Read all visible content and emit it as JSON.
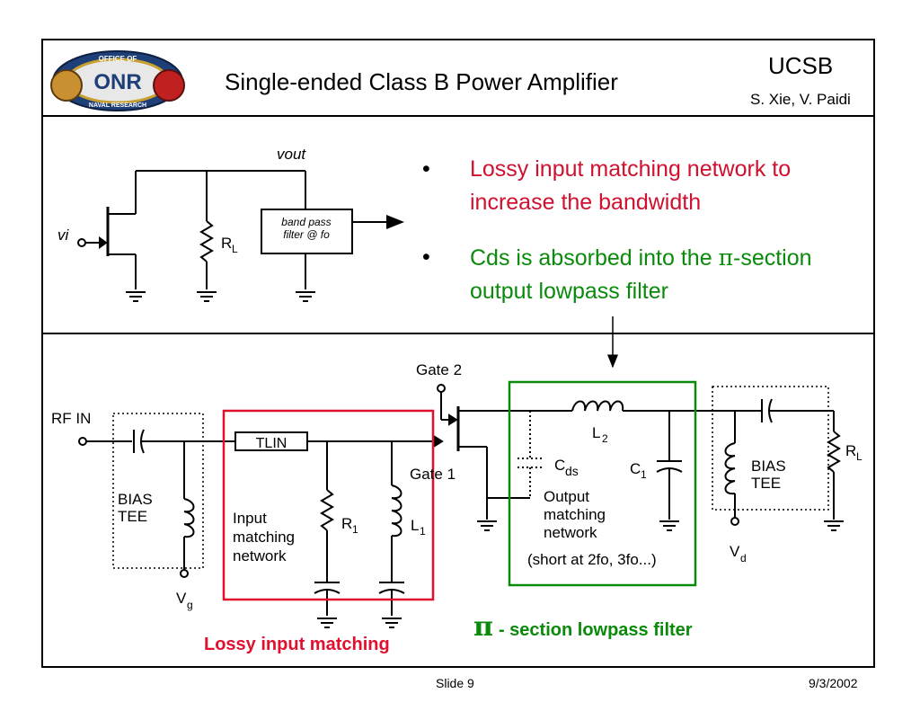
{
  "header": {
    "title": "Single-ended Class B Power Amplifier",
    "org": "UCSB",
    "authors": "S. Xie, V. Paidi",
    "logo": {
      "top_text": "OFFICE OF",
      "mid_text": "ONR",
      "bottom_text": "NAVAL RESEARCH"
    }
  },
  "bullets": [
    {
      "text": "Lossy input matching network to increase the bandwidth",
      "color": "#d0102e"
    },
    {
      "text_before": "Cds is absorbed into the ",
      "pi": "π",
      "text_after": "-section output lowpass filter",
      "color": "#0a8a0a"
    }
  ],
  "circuit_top": {
    "vout": "vout",
    "vi": "vi",
    "rl": "R",
    "rl_sub": "L",
    "filter_line1": "band pass",
    "filter_line2": "filter @ fo"
  },
  "circuit_bottom": {
    "rf_in": "RF IN",
    "gate2": "Gate 2",
    "gate1": "Gate 1",
    "tlin": "TLIN",
    "bias_tee": [
      "BIAS",
      "TEE"
    ],
    "input_net": [
      "Input",
      "matching",
      "network"
    ],
    "r1": "R",
    "r1_sub": "1",
    "l1": "L",
    "l1_sub": "1",
    "vg": "V",
    "vg_sub": "g",
    "cds": "C",
    "cds_sub": "ds",
    "l2": "L",
    "l2_sub": "2",
    "c1": "C",
    "c1_sub": "1",
    "output_net": [
      "Output",
      "matching",
      "network"
    ],
    "short_note": "(short at 2fo, 3fo...)",
    "bias_tee2": [
      "BIAS",
      "TEE"
    ],
    "vd": "V",
    "vd_sub": "d",
    "rl": "R",
    "rl_sub": "L",
    "lossy_label": "Lossy input matching",
    "pi_symbol": "π",
    "pi_label": "- section lowpass filter"
  },
  "footer": {
    "slide": "Slide 9",
    "date": "9/3/2002"
  },
  "colors": {
    "red": "#e0102e",
    "green": "#0a8a0a",
    "black": "#000000"
  }
}
